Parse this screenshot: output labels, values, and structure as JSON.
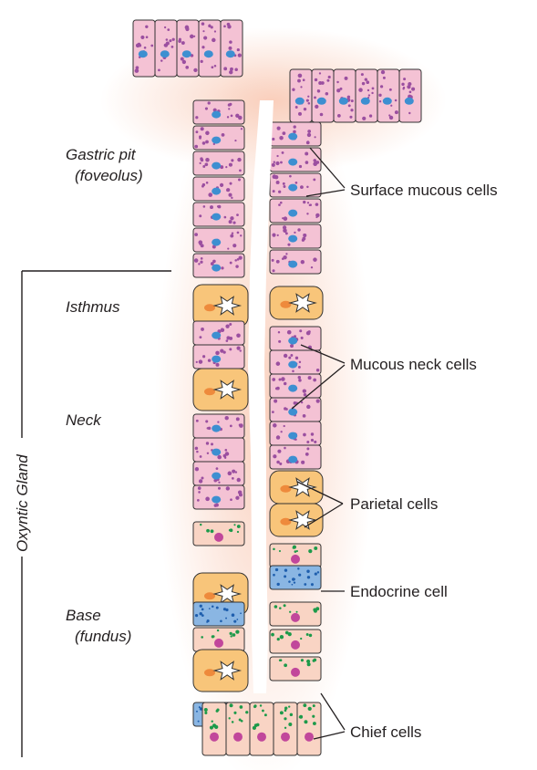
{
  "labels": {
    "gastric_pit": "Gastric pit",
    "gastric_pit_sub": "(foveolus)",
    "isthmus": "Isthmus",
    "neck": "Neck",
    "base": "Base",
    "base_sub": "(fundus)",
    "oxyntic_gland": "Oxyntic Gland",
    "surface_mucous": "Surface mucous cells",
    "mucous_neck": "Mucous neck cells",
    "parietal": "Parietal cells",
    "endocrine": "Endocrine cell",
    "chief": "Chief cells"
  },
  "colors": {
    "mucous_cell": "#f4c2d4",
    "mucous_granule": "#9b4fa0",
    "nucleus_blue": "#3d8fd1",
    "parietal_cell": "#f8c57a",
    "parietal_nucleus": "#ee8a3c",
    "chief_cell": "#f9d4c4",
    "chief_nucleus": "#c1479b",
    "endocrine_cell": "#8ab6e3",
    "endocrine_granule": "#1f5fae",
    "zymogen_granule": "#1d9a4a",
    "glow": "#f7c7b0",
    "outline": "#333333"
  }
}
